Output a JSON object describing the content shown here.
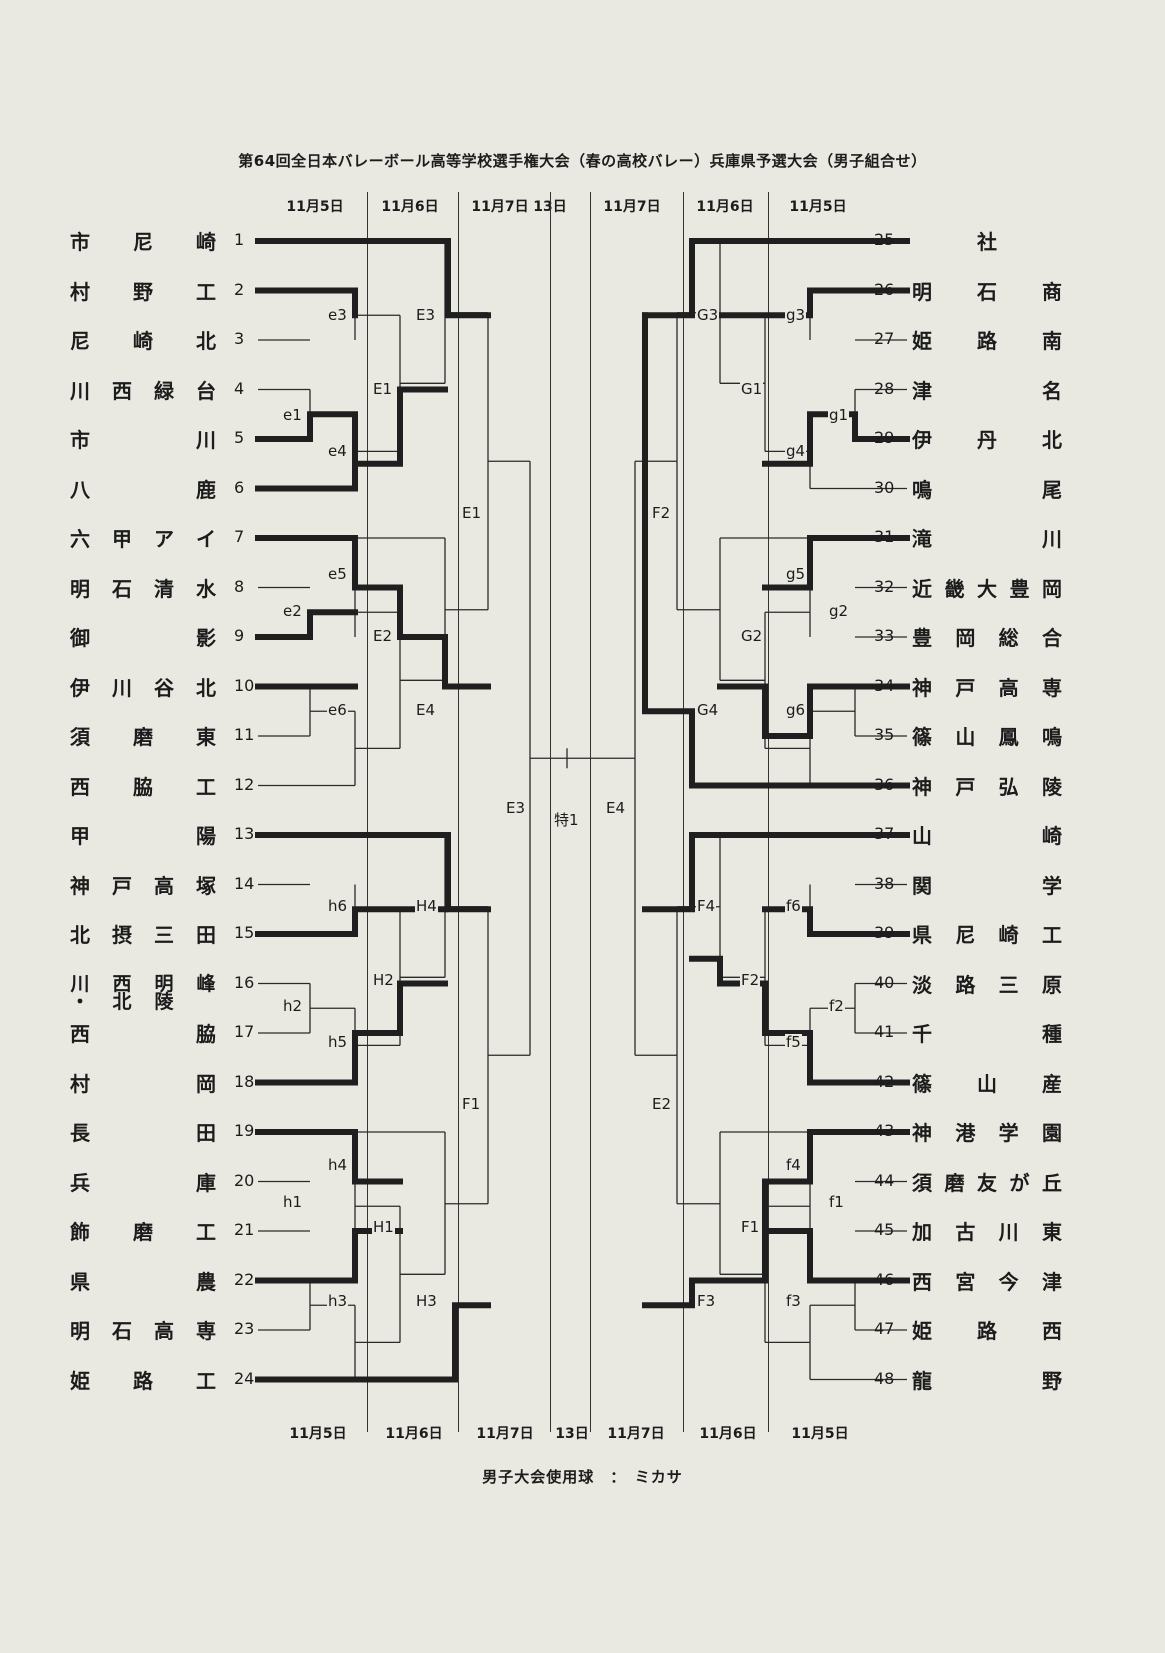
{
  "title": "第64回全日本バレーボール高等学校選手権大会（春の高校バレー）兵庫県予選大会（男子組合せ）",
  "footer": "男子大会使用球　：　ミカサ",
  "header_dates": [
    "11月5日",
    "11月6日",
    "11月7日",
    "13日",
    "11月7日",
    "11月6日",
    "11月5日"
  ],
  "footer_dates": [
    "11月5日",
    "11月6日",
    "11月7日",
    "13日",
    "11月7日",
    "11月6日",
    "11月5日"
  ],
  "left_teams": [
    {
      "num": "1",
      "name": "市尼崎"
    },
    {
      "num": "2",
      "name": "村野工"
    },
    {
      "num": "3",
      "name": "尼崎北"
    },
    {
      "num": "4",
      "name": "川西緑台"
    },
    {
      "num": "5",
      "name": "市川"
    },
    {
      "num": "6",
      "name": "八鹿"
    },
    {
      "num": "7",
      "name": "六甲アイ"
    },
    {
      "num": "8",
      "name": "明石清水"
    },
    {
      "num": "9",
      "name": "御影"
    },
    {
      "num": "10",
      "name": "伊川谷北"
    },
    {
      "num": "11",
      "name": "須磨東"
    },
    {
      "num": "12",
      "name": "西脇工"
    },
    {
      "num": "13",
      "name": "甲陽"
    },
    {
      "num": "14",
      "name": "神戸高塚"
    },
    {
      "num": "15",
      "name": "北摂三田"
    },
    {
      "num": "16",
      "name": "川西明峰・北陵"
    },
    {
      "num": "17",
      "name": "西脇"
    },
    {
      "num": "18",
      "name": "村岡"
    },
    {
      "num": "19",
      "name": "長田"
    },
    {
      "num": "20",
      "name": "兵庫"
    },
    {
      "num": "21",
      "name": "飾磨工"
    },
    {
      "num": "22",
      "name": "県農"
    },
    {
      "num": "23",
      "name": "明石高専"
    },
    {
      "num": "24",
      "name": "姫路工"
    }
  ],
  "right_teams": [
    {
      "num": "25",
      "name": "社"
    },
    {
      "num": "26",
      "name": "明石商"
    },
    {
      "num": "27",
      "name": "姫路南"
    },
    {
      "num": "28",
      "name": "津名"
    },
    {
      "num": "29",
      "name": "伊丹北"
    },
    {
      "num": "30",
      "name": "鳴尾"
    },
    {
      "num": "31",
      "name": "滝川"
    },
    {
      "num": "32",
      "name": "近畿大豊岡"
    },
    {
      "num": "33",
      "name": "豊岡総合"
    },
    {
      "num": "34",
      "name": "神戸高専"
    },
    {
      "num": "35",
      "name": "篠山鳳鳴"
    },
    {
      "num": "36",
      "name": "神戸弘陵"
    },
    {
      "num": "37",
      "name": "山崎"
    },
    {
      "num": "38",
      "name": "関学"
    },
    {
      "num": "39",
      "name": "県尼崎工"
    },
    {
      "num": "40",
      "name": "淡路三原"
    },
    {
      "num": "41",
      "name": "千種"
    },
    {
      "num": "42",
      "name": "篠山産"
    },
    {
      "num": "43",
      "name": "神港学園"
    },
    {
      "num": "44",
      "name": "須磨友が丘"
    },
    {
      "num": "45",
      "name": "加古川東"
    },
    {
      "num": "46",
      "name": "西宮今津"
    },
    {
      "num": "47",
      "name": "姫路西"
    },
    {
      "num": "48",
      "name": "龍野"
    }
  ],
  "match_labels": {
    "e1": "e1",
    "e2": "e2",
    "e3": "e3",
    "e4": "e4",
    "e5": "e5",
    "e6": "e6",
    "E1a": "E1",
    "E2": "E2",
    "E3a": "E3",
    "E4a": "E4",
    "E1b": "E1",
    "E3b": "E3",
    "h1": "h1",
    "h2": "h2",
    "h3": "h3",
    "h4": "h4",
    "h5": "h5",
    "h6": "h6",
    "H1": "H1",
    "H2": "H2",
    "H3": "H3",
    "H4": "H4",
    "F1a": "F1",
    "g1": "g1",
    "g2": "g2",
    "g3": "g3",
    "g4": "g4",
    "g5": "g5",
    "g6": "g6",
    "G1": "G1",
    "G2": "G2",
    "G3": "G3",
    "G4": "G4",
    "F2a": "F2",
    "f1": "f1",
    "f2": "f2",
    "f3": "f3",
    "f4": "f4",
    "f5": "f5",
    "f6": "f6",
    "F1b": "F1",
    "F2b": "F2",
    "F3": "F3",
    "F4": "F4",
    "E2b": "E2",
    "E4b": "E4",
    "special": "特1"
  }
}
